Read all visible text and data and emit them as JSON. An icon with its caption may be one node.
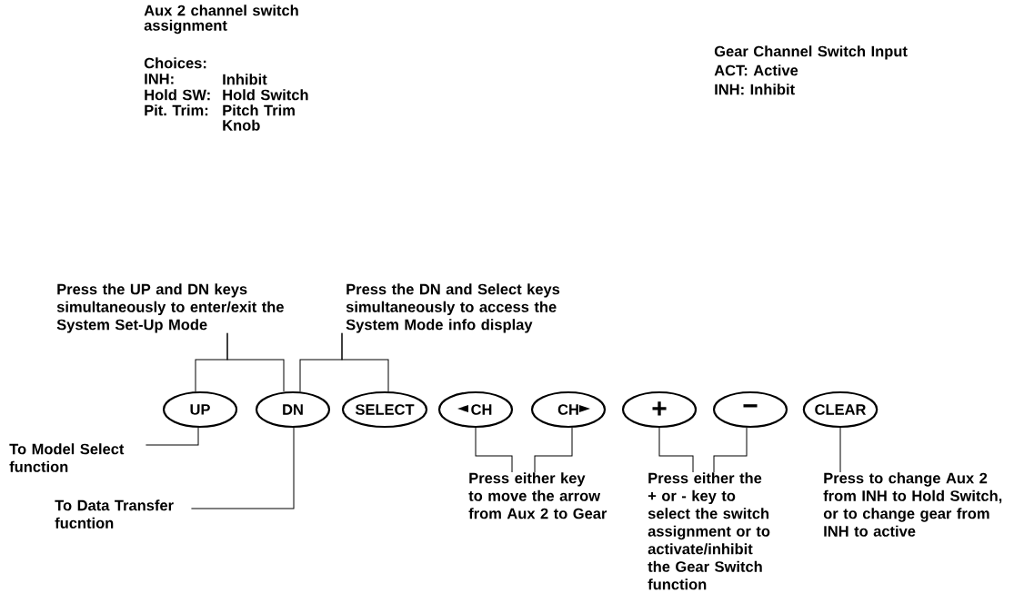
{
  "diagram": {
    "nodes": [
      {
        "text": [
          "Press the UP and DN keys simultaneously to enter/exit the System Set-Up Mode"
        ]
      },
      {
        "text": [
          "Press the DN and Select keys simultaneously to access the System Mode info display"
        ]
      },
      {
        "text": [
          "UP"
        ]
      },
      {
        "text": [
          "DN"
        ]
      },
      {
        "text": [
          "SELECT"
        ]
      },
      {
        "text": [
          "CH"
        ]
      },
      {
        "text": [
          "CH"
        ]
      },
      {
        "text": [
          "+"
        ]
      },
      {
        "text": [
          "−"
        ]
      },
      {
        "text": [
          "CLEAR"
        ]
      },
      {
        "text": [
          "To Model Select function"
        ]
      },
      {
        "text": [
          "To Data Transfer fucntion"
        ]
      },
      {
        "text": [
          "Press either key to move the arrow from Aux 2 to Gear"
        ]
      },
      {
        "text": [
          "Press either the + or - key to select the switch assignment or to activate/inhibit the Gear Switch function"
        ]
      },
      {
        "text": [
          "Press to change Aux 2 from INH to Hold Switch, or to change gear from INH to active"
        ]
      }
    ],
    "edges": [
      {
        "from": 0,
        "to": 2,
        "arrow": "none"
      },
      {
        "from": 0,
        "to": 3,
        "arrow": "none"
      },
      {
        "from": 1,
        "to": 3,
        "arrow": "none"
      },
      {
        "from": 1,
        "to": 4,
        "arrow": "none"
      },
      {
        "from": 2,
        "to": 10,
        "arrow": "none"
      },
      {
        "from": 3,
        "to": 11,
        "arrow": "none"
      },
      {
        "from": 5,
        "to": 12,
        "arrow": "none"
      },
      {
        "from": 6,
        "to": 12,
        "arrow": "none"
      },
      {
        "from": 7,
        "to": 13,
        "arrow": "none"
      },
      {
        "from": 8,
        "to": 13,
        "arrow": "none"
      },
      {
        "from": 9,
        "to": 14,
        "arrow": "none"
      }
    ],
    "labels": [
      "Aux 2 channel switch assignment",
      "Choices:",
      "INH:",
      "Inhibit",
      "Hold SW:",
      "Hold Switch",
      "Pit. Trim:",
      "Pitch Trim Knob",
      "Gear Channel Switch Input",
      "ACT: Active",
      "INH: Inhibit"
    ]
  }
}
